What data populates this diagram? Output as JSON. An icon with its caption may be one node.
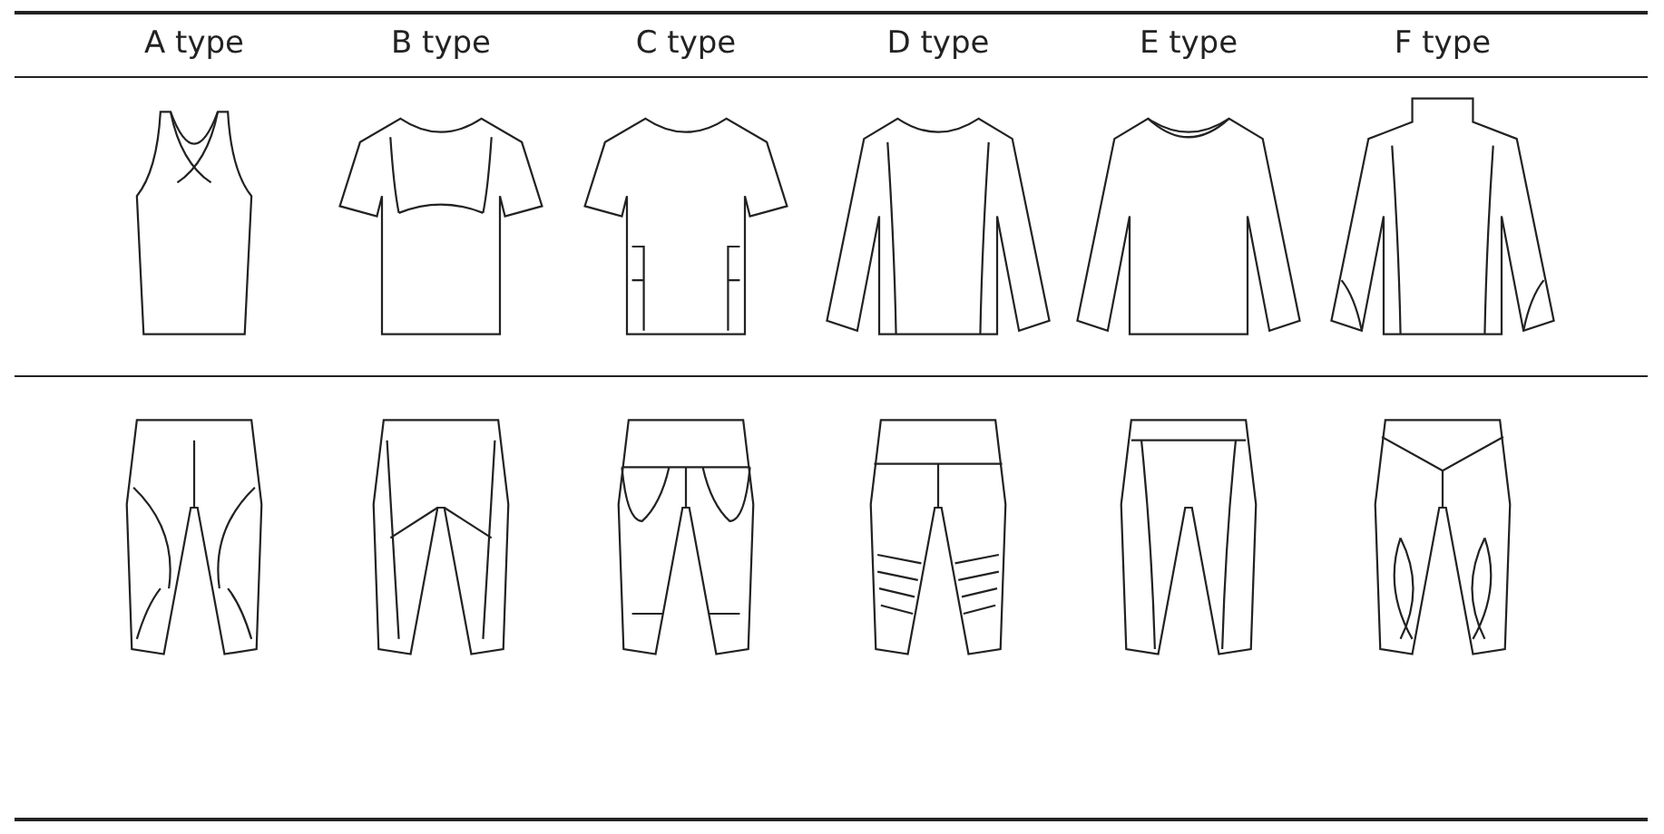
{
  "diagram": {
    "labels": [
      "A type",
      "B type",
      "C type",
      "D type",
      "E type",
      "F type"
    ]
  }
}
